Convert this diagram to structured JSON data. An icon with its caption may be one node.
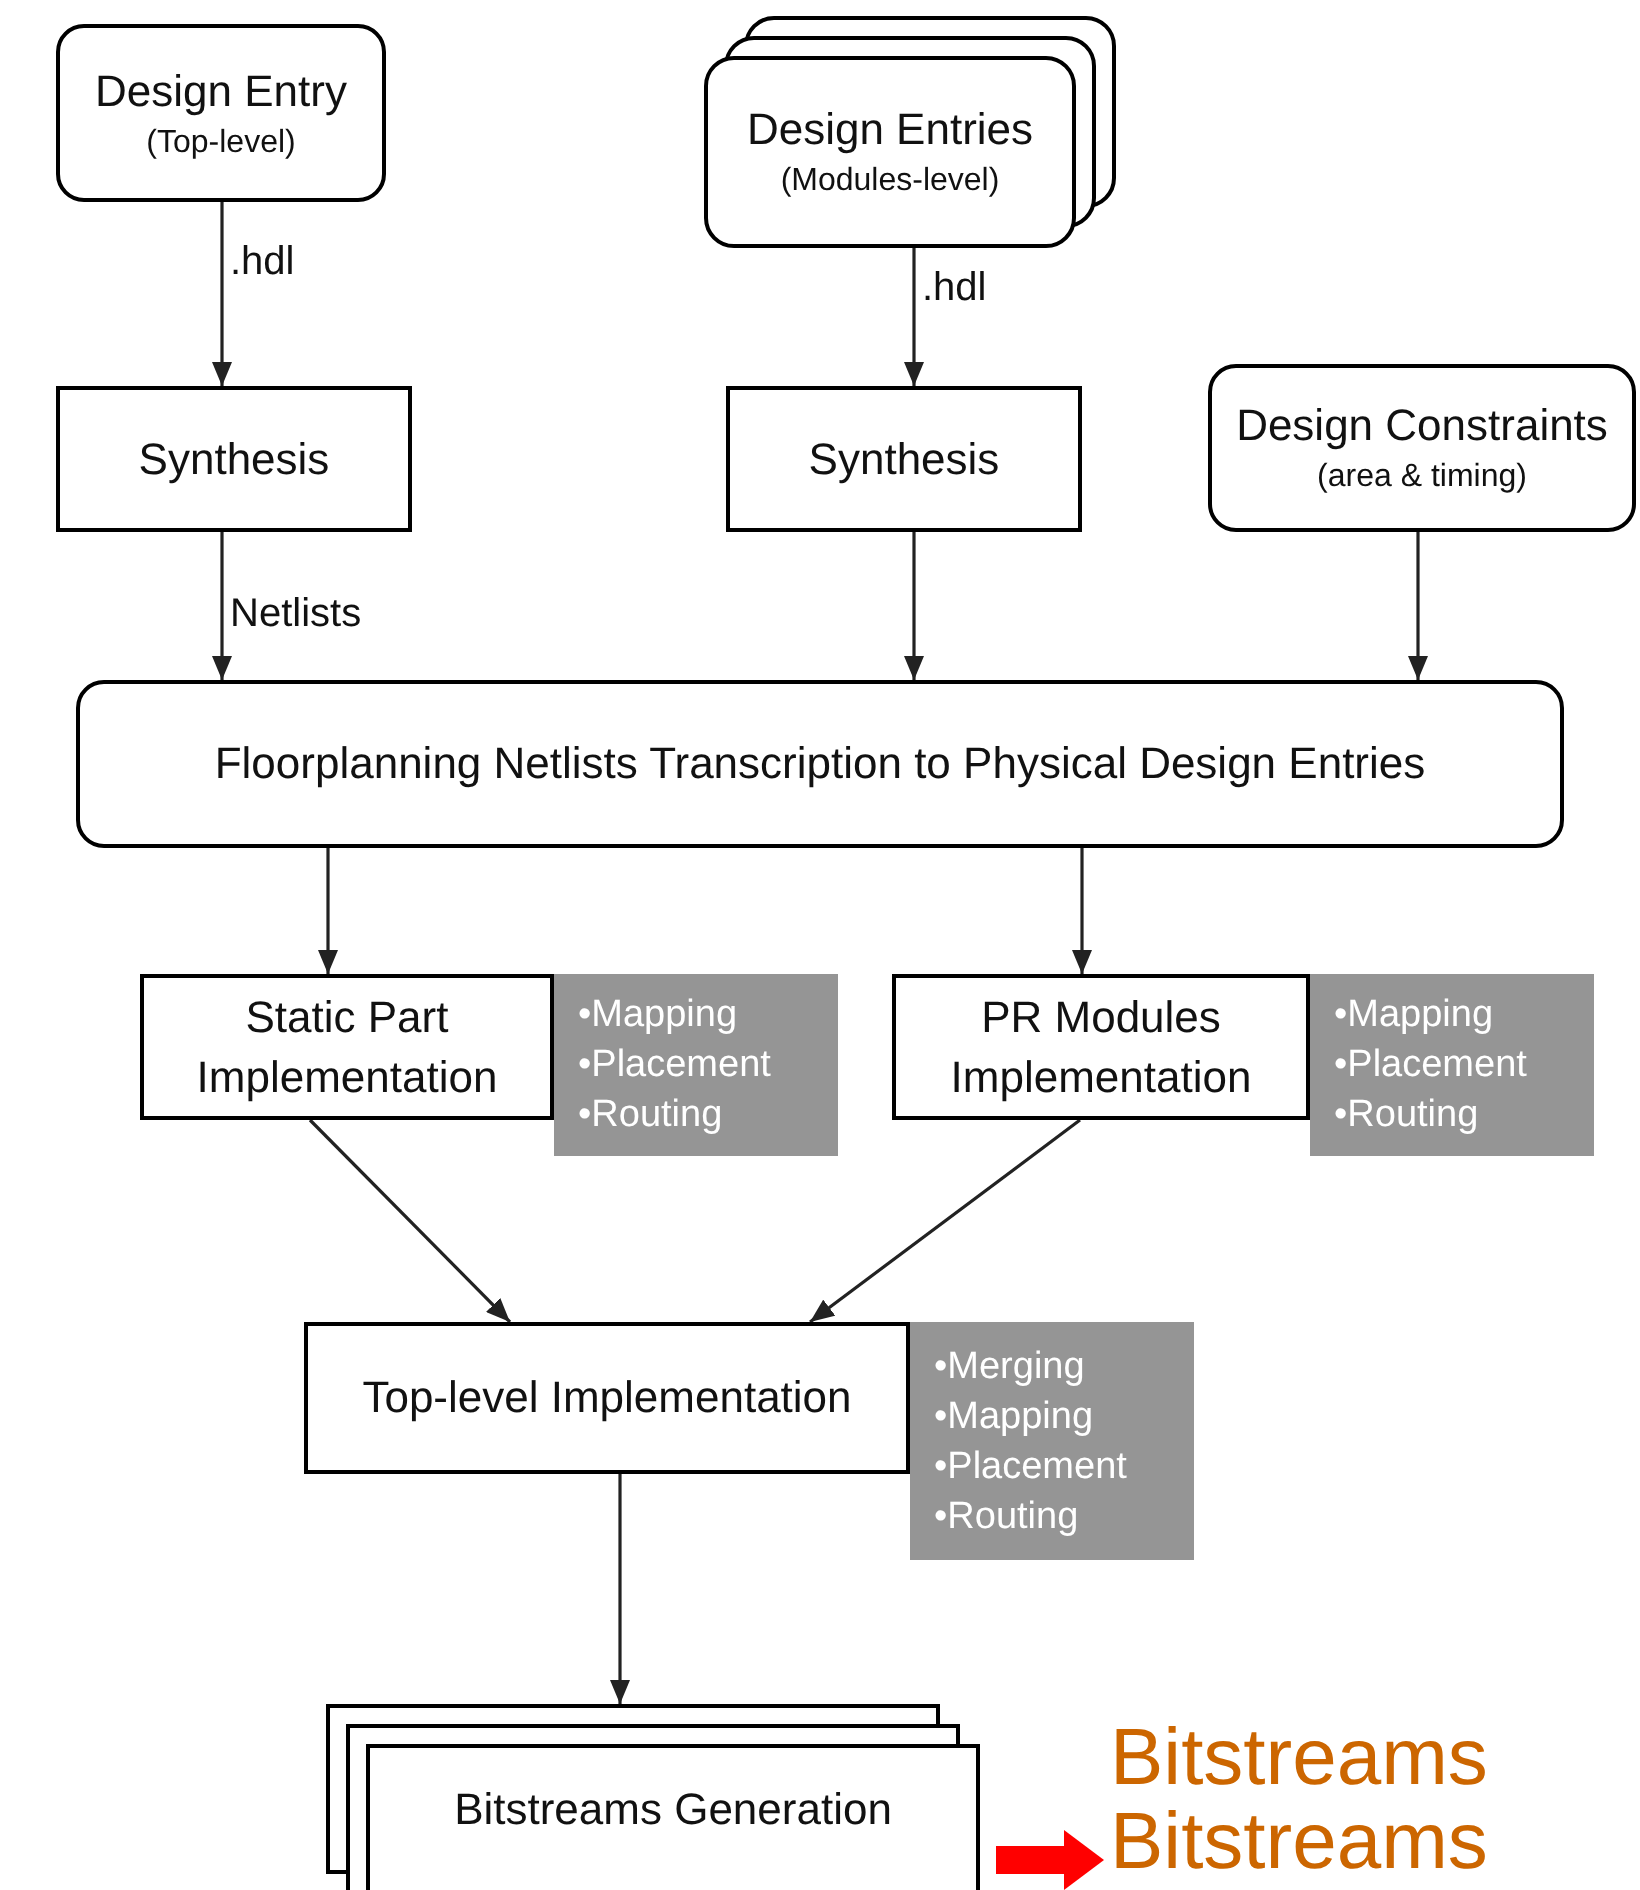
{
  "diagram": {
    "nodes": [
      {
        "text": [
          "Design Entry",
          "(Top-level)"
        ]
      },
      {
        "text": [
          "Design Entries",
          "(Modules-level)"
        ]
      },
      {
        "text": [
          "Synthesis"
        ]
      },
      {
        "text": [
          "Synthesis"
        ]
      },
      {
        "text": [
          "Design Constraints",
          "(area & timing)"
        ]
      },
      {
        "text": [
          "Floorplanning Netlists Transcription to Physical Design Entries"
        ]
      },
      {
        "text": [
          "Static Part Implementation"
        ]
      },
      {
        "text": [
          "•Mapping",
          "•Placement",
          "•Routing"
        ]
      },
      {
        "text": [
          "PR Modules Implementation"
        ]
      },
      {
        "text": [
          "•Mapping",
          "•Placement",
          "•Routing"
        ]
      },
      {
        "text": [
          "Top-level Implementation"
        ]
      },
      {
        "text": [
          "•Merging",
          "•Mapping",
          "•Placement",
          "•Routing"
        ]
      },
      {
        "text": [
          "Bitstreams Generation"
        ]
      },
      {
        "text": [
          "Bitstreams",
          "Bitstreams"
        ]
      }
    ],
    "edges": [
      {
        "from": 0,
        "to": 2,
        "arrow": "to",
        "label": ".hdl"
      },
      {
        "from": 1,
        "to": 3,
        "arrow": "to",
        "label": ".hdl"
      },
      {
        "from": 2,
        "to": 5,
        "arrow": "to",
        "label": "Netlists"
      },
      {
        "from": 3,
        "to": 5,
        "arrow": "to"
      },
      {
        "from": 4,
        "to": 5,
        "arrow": "to"
      },
      {
        "from": 5,
        "to": 6,
        "arrow": "to"
      },
      {
        "from": 5,
        "to": 8,
        "arrow": "to"
      },
      {
        "from": 6,
        "to": 10,
        "arrow": "to"
      },
      {
        "from": 8,
        "to": 10,
        "arrow": "to"
      },
      {
        "from": 10,
        "to": 12,
        "arrow": "to"
      },
      {
        "from": 12,
        "to": 13,
        "arrow": "to",
        "style": "thick",
        "color": "#ff0000"
      }
    ]
  }
}
